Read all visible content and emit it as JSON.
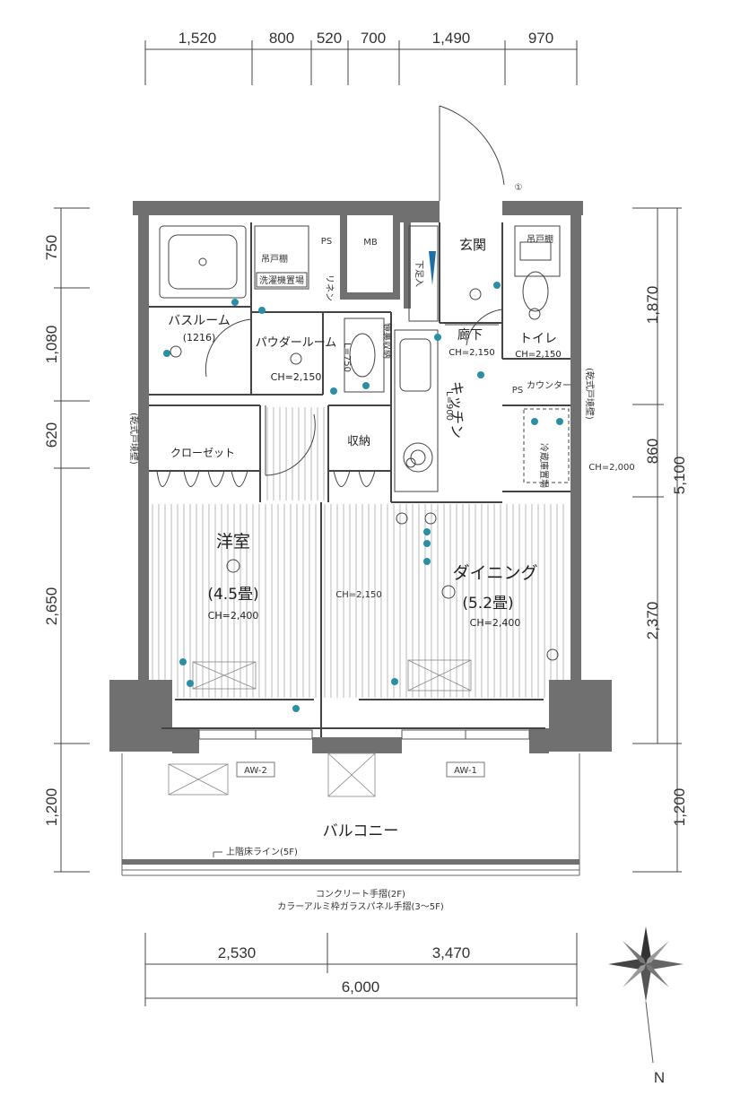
{
  "dimensions": {
    "top": [
      "1,520",
      "800",
      "520",
      "700",
      "1,490",
      "970"
    ],
    "left": [
      "750",
      "1,080",
      "620",
      "2,650",
      "1,200"
    ],
    "right_inner": [
      "1,870",
      "860",
      "2,370"
    ],
    "right_total": "5,100",
    "right_balcony": "1,200",
    "bottom_parts": [
      "2,530",
      "3,470"
    ],
    "bottom_total": "6,000"
  },
  "rooms": {
    "bathroom": {
      "name": "バスルーム",
      "size": "(1216)"
    },
    "powder_room": {
      "name": "パウダールーム",
      "ch": "CH=2,150"
    },
    "closet": {
      "name": "クローゼット"
    },
    "storage": {
      "name": "収納"
    },
    "western_room": {
      "name": "洋室",
      "size": "(4.5畳)",
      "ch": "CH=2,400"
    },
    "dining": {
      "name": "ダイニング",
      "size": "(5.2畳)",
      "ch": "CH=2,400"
    },
    "entrance": {
      "name": "玄関"
    },
    "hallway": {
      "name": "廊下",
      "ch": "CH=2,150"
    },
    "toilet": {
      "name": "トイレ",
      "ch": "CH=2,150"
    },
    "kitchen": {
      "name": "キッチン"
    },
    "balcony": {
      "name": "バルコニー"
    }
  },
  "labels": {
    "ps1": "PS",
    "mb": "MB",
    "ps2": "PS",
    "counter": "カウンター",
    "shoe_box": "下足入",
    "washer_area": "洗濯機置場",
    "hanging_cabinet1": "吊戸棚",
    "hanging_cabinet2": "吊戸棚",
    "fridge_area": "冷蔵庫置場",
    "linen": "リネン",
    "mirror_storage": "鏡裏収納",
    "ch_middle": "CH=2,150",
    "ch_right": "CH=2,000",
    "l750": "L=750",
    "l900": "L=900",
    "left_side_note": "(乾式戸境壁)",
    "right_side_note": "(乾式戸境壁)",
    "aw2": "AW-2",
    "aw1": "AW-1",
    "upper_floor_line": "上階床ライン(5F)",
    "note_2f": "コンクリート手摺(2F)",
    "note_3f": "カラーアルミ枠ガラスパネル手摺(3～5F)",
    "circle1": "①",
    "north": "N"
  }
}
